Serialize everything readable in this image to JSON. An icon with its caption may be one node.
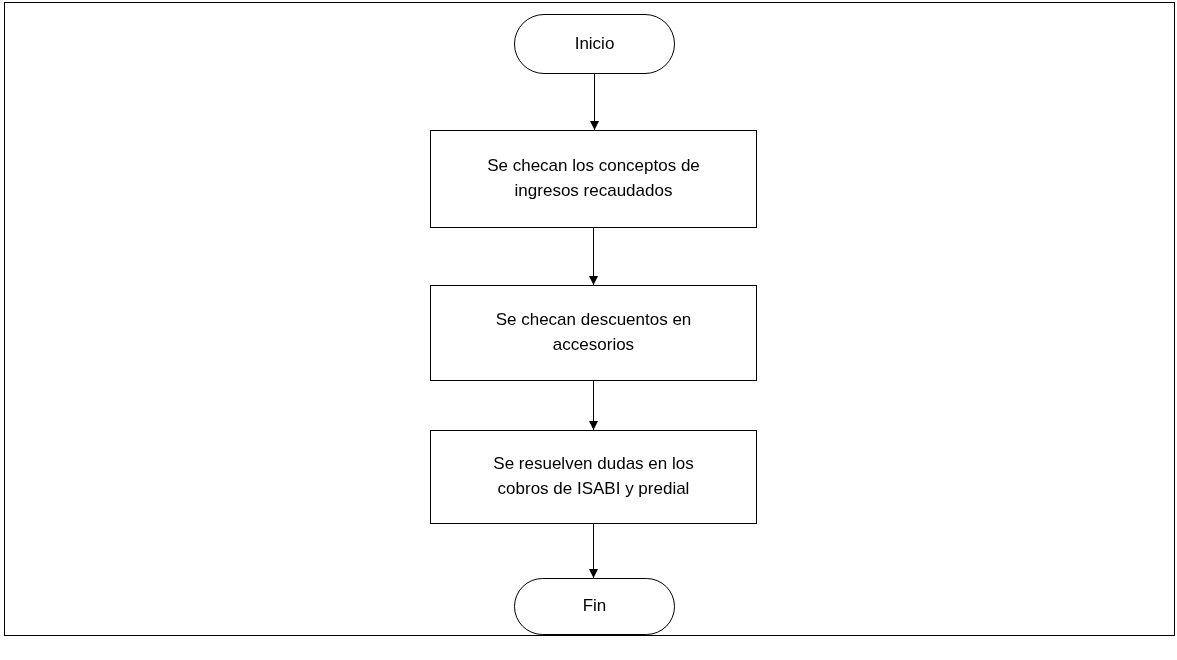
{
  "diagram": {
    "nodes": [
      {
        "text": [
          "Inicio"
        ]
      },
      {
        "text": [
          "Se checan los conceptos de ingresos recaudados"
        ]
      },
      {
        "text": [
          "Se checan descuentos en accesorios"
        ]
      },
      {
        "text": [
          "Se resuelven dudas en los cobros de ISABI y predial"
        ]
      },
      {
        "text": [
          "Fin"
        ]
      }
    ],
    "edges": [
      {
        "from": 0,
        "to": 1,
        "arrow": "to"
      },
      {
        "from": 1,
        "to": 2,
        "arrow": "to"
      },
      {
        "from": 2,
        "to": 3,
        "arrow": "to"
      },
      {
        "from": 3,
        "to": 4,
        "arrow": "to"
      }
    ]
  }
}
